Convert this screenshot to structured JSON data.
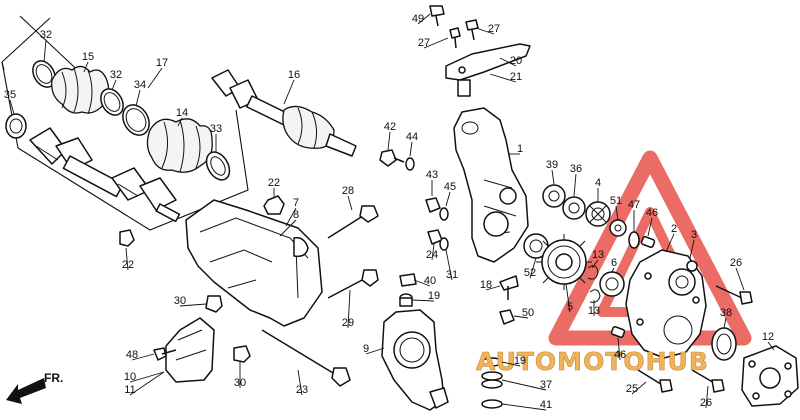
{
  "diagram": {
    "callouts": [
      {
        "id": "c32a",
        "label": "32"
      },
      {
        "id": "c15",
        "label": "15"
      },
      {
        "id": "c17",
        "label": "17"
      },
      {
        "id": "c32b",
        "label": "32"
      },
      {
        "id": "c34",
        "label": "34"
      },
      {
        "id": "c35",
        "label": "35"
      },
      {
        "id": "c14",
        "label": "14"
      },
      {
        "id": "c33",
        "label": "33"
      },
      {
        "id": "c16",
        "label": "16"
      },
      {
        "id": "c22a",
        "label": "22"
      },
      {
        "id": "c22b",
        "label": "22"
      },
      {
        "id": "c7",
        "label": "7"
      },
      {
        "id": "c8",
        "label": "8"
      },
      {
        "id": "c28",
        "label": "28"
      },
      {
        "id": "c29",
        "label": "29"
      },
      {
        "id": "c30a",
        "label": "30"
      },
      {
        "id": "c30b",
        "label": "30"
      },
      {
        "id": "c23",
        "label": "23"
      },
      {
        "id": "c48",
        "label": "48"
      },
      {
        "id": "c10",
        "label": "10"
      },
      {
        "id": "c11",
        "label": "11"
      },
      {
        "id": "c49",
        "label": "49"
      },
      {
        "id": "c27a",
        "label": "27"
      },
      {
        "id": "c27b",
        "label": "27"
      },
      {
        "id": "c20",
        "label": "20"
      },
      {
        "id": "c21",
        "label": "21"
      },
      {
        "id": "c42",
        "label": "42"
      },
      {
        "id": "c44",
        "label": "44"
      },
      {
        "id": "c1",
        "label": "1"
      },
      {
        "id": "c43",
        "label": "43"
      },
      {
        "id": "c45",
        "label": "45"
      },
      {
        "id": "c24",
        "label": "24"
      },
      {
        "id": "c31",
        "label": "31"
      },
      {
        "id": "c40",
        "label": "40"
      },
      {
        "id": "c19a",
        "label": "19"
      },
      {
        "id": "c9",
        "label": "9"
      },
      {
        "id": "c39",
        "label": "39"
      },
      {
        "id": "c36",
        "label": "36"
      },
      {
        "id": "c4",
        "label": "4"
      },
      {
        "id": "c51",
        "label": "51"
      },
      {
        "id": "c47",
        "label": "47"
      },
      {
        "id": "c46a",
        "label": "46"
      },
      {
        "id": "c2",
        "label": "2"
      },
      {
        "id": "c3",
        "label": "3"
      },
      {
        "id": "c26a",
        "label": "26"
      },
      {
        "id": "c52",
        "label": "52"
      },
      {
        "id": "c13a",
        "label": "13"
      },
      {
        "id": "c6",
        "label": "6"
      },
      {
        "id": "c18",
        "label": "18"
      },
      {
        "id": "c5",
        "label": "5"
      },
      {
        "id": "c13b",
        "label": "13"
      },
      {
        "id": "c50",
        "label": "50"
      },
      {
        "id": "c38",
        "label": "38"
      },
      {
        "id": "c12",
        "label": "12"
      },
      {
        "id": "c46b",
        "label": "46"
      },
      {
        "id": "c19b",
        "label": "19"
      },
      {
        "id": "c37",
        "label": "37"
      },
      {
        "id": "c41",
        "label": "41"
      },
      {
        "id": "c25",
        "label": "25"
      },
      {
        "id": "c26b",
        "label": "26"
      }
    ],
    "direction_label": "FR.",
    "watermark": {
      "text": "AUTOMOTOHUB",
      "color": "#e8534b",
      "text_color": "#f0b35b"
    }
  }
}
